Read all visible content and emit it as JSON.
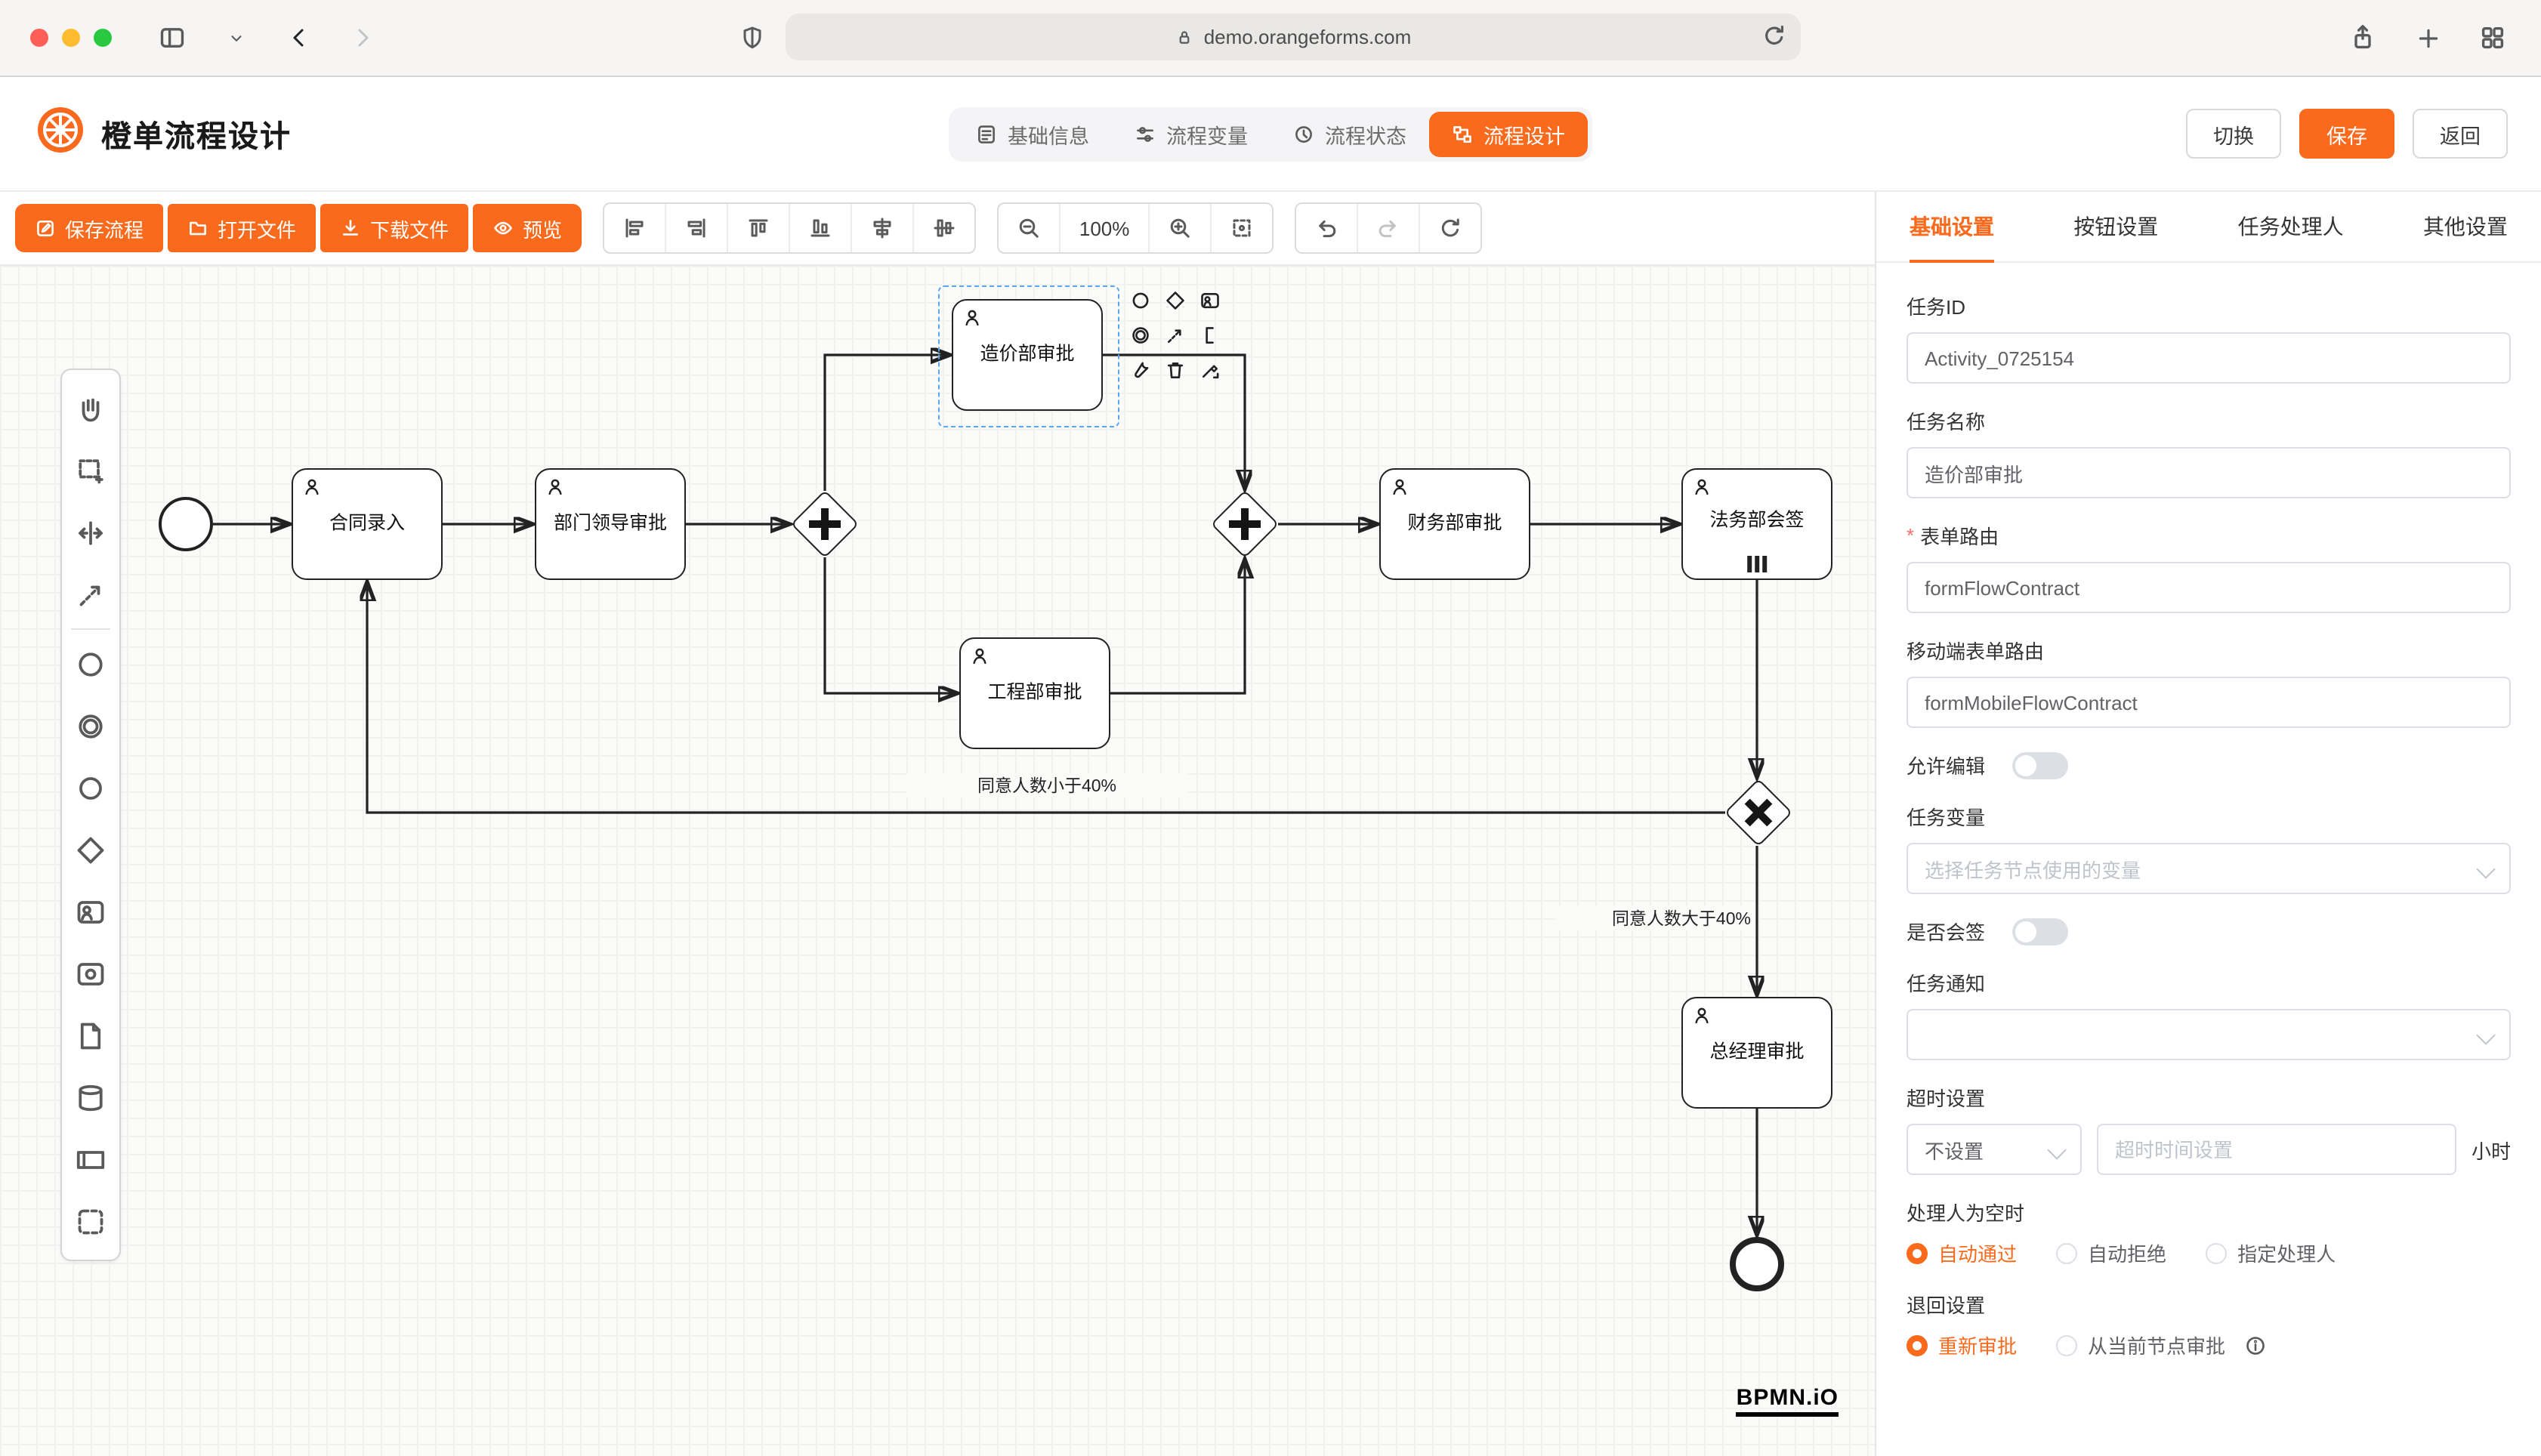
{
  "browser": {
    "url": "demo.orangeforms.com"
  },
  "header": {
    "app_title": "橙单流程设计",
    "nav_tabs": [
      {
        "label": "基础信息"
      },
      {
        "label": "流程变量"
      },
      {
        "label": "流程状态"
      },
      {
        "label": "流程设计"
      }
    ],
    "actions": {
      "switch": "切换",
      "save": "保存",
      "back": "返回"
    }
  },
  "toolbar": {
    "save_flow": "保存流程",
    "open_file": "打开文件",
    "download_file": "下载文件",
    "preview": "预览",
    "zoom_level": "100%"
  },
  "canvas": {
    "nodes": {
      "contract_entry": "合同录入",
      "dept_leader_approval": "部门领导审批",
      "cost_dept_approval": "造价部审批",
      "engineering_dept_approval": "工程部审批",
      "finance_dept_approval": "财务部审批",
      "legal_dept_countersign": "法务部会签",
      "general_manager_approval": "总经理审批"
    },
    "edge_labels": {
      "less_than_40": "同意人数小于40%",
      "greater_than_40": "同意人数大于40%"
    },
    "watermark": "BPMN.iO"
  },
  "panel": {
    "tabs": [
      {
        "label": "基础设置"
      },
      {
        "label": "按钮设置"
      },
      {
        "label": "任务处理人"
      },
      {
        "label": "其他设置"
      }
    ],
    "task_id": {
      "label": "任务ID",
      "value": "Activity_0725154"
    },
    "task_name": {
      "label": "任务名称",
      "value": "造价部审批"
    },
    "form_route": {
      "label": "表单路由",
      "required_mark": "*",
      "value": "formFlowContract"
    },
    "mobile_form_route": {
      "label": "移动端表单路由",
      "value": "formMobileFlowContract"
    },
    "allow_edit": {
      "label": "允许编辑",
      "enabled": false
    },
    "task_variable": {
      "label": "任务变量",
      "placeholder": "选择任务节点使用的变量"
    },
    "countersign": {
      "label": "是否会签",
      "enabled": false
    },
    "task_notify": {
      "label": "任务通知"
    },
    "timeout": {
      "label": "超时设置",
      "mode": "不设置",
      "placeholder": "超时时间设置",
      "unit": "小时"
    },
    "empty_assignee": {
      "label": "处理人为空时",
      "options": [
        {
          "label": "自动通过",
          "selected": true
        },
        {
          "label": "自动拒绝",
          "selected": false
        },
        {
          "label": "指定处理人",
          "selected": false
        }
      ]
    },
    "return_setting": {
      "label": "退回设置",
      "options": [
        {
          "label": "重新审批",
          "selected": true
        },
        {
          "label": "从当前节点审批",
          "selected": false
        }
      ]
    }
  }
}
